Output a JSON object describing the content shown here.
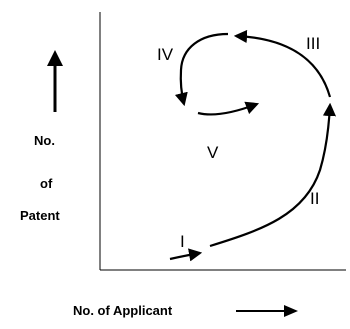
{
  "diagram": {
    "y_axis_label": [
      "No.",
      "of",
      "Patent"
    ],
    "x_axis_label": "No. of Applicant",
    "phases": [
      "I",
      "II",
      "III",
      "IV",
      "V"
    ]
  }
}
